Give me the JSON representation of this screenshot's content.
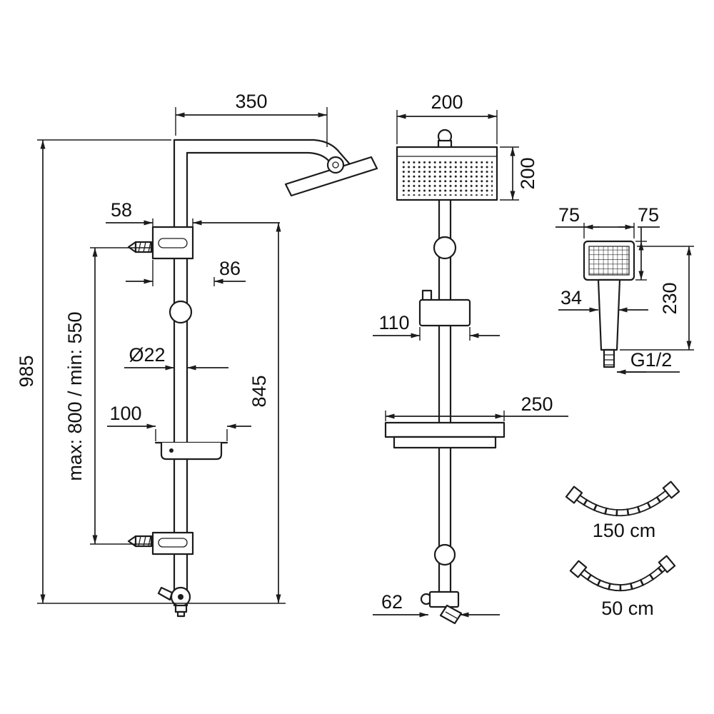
{
  "side_view": {
    "total_height": "985",
    "adjust_range": "max: 800 / min: 550",
    "arm_reach": "350",
    "bracket_width": "58",
    "bracket_depth": "86",
    "pipe_diameter": "Ø22",
    "soap_dish_depth": "100",
    "column_height": "845"
  },
  "front_view": {
    "head_width": "200",
    "head_height": "200",
    "slider_width": "110",
    "shelf_width": "250",
    "bottom_offset": "62"
  },
  "hand_shower": {
    "head_width": "75",
    "head_depth": "75",
    "handle_width": "34",
    "length": "230",
    "thread": "G1/2"
  },
  "hoses": {
    "long": "150 cm",
    "short": "50 cm"
  }
}
